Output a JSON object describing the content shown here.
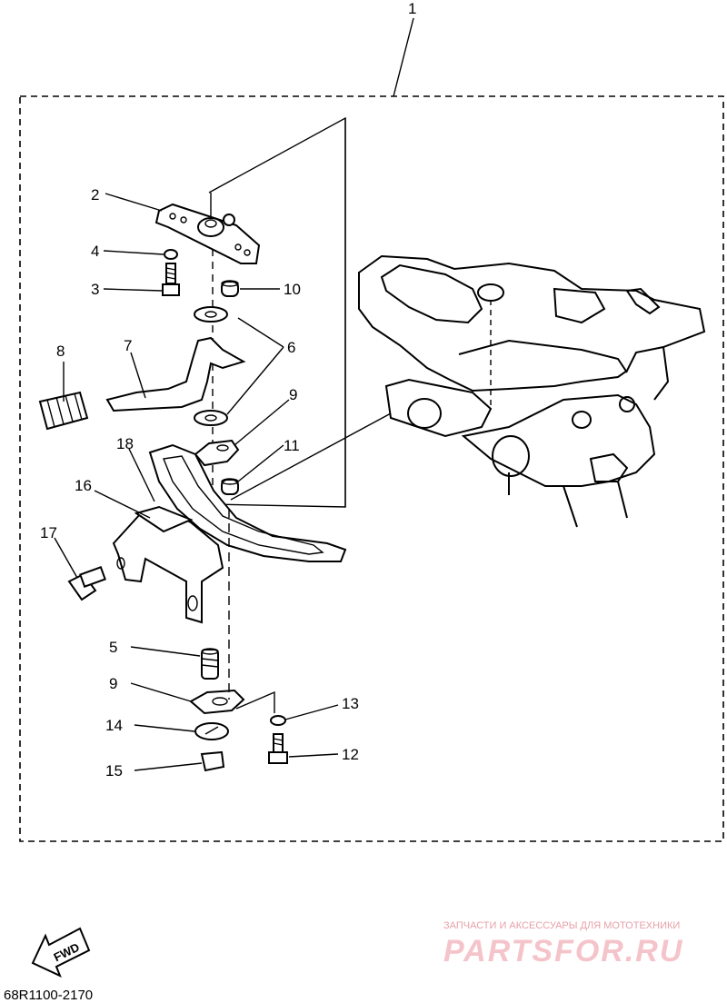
{
  "diagram": {
    "callouts": [
      {
        "id": "c1",
        "text": "1"
      },
      {
        "id": "c2",
        "text": "2"
      },
      {
        "id": "c3",
        "text": "3"
      },
      {
        "id": "c4",
        "text": "4"
      },
      {
        "id": "c5",
        "text": "5"
      },
      {
        "id": "c6",
        "text": "6"
      },
      {
        "id": "c7",
        "text": "7"
      },
      {
        "id": "c8",
        "text": "8"
      },
      {
        "id": "c9a",
        "text": "9"
      },
      {
        "id": "c9b",
        "text": "9"
      },
      {
        "id": "c10",
        "text": "10"
      },
      {
        "id": "c11",
        "text": "11"
      },
      {
        "id": "c12",
        "text": "12"
      },
      {
        "id": "c13",
        "text": "13"
      },
      {
        "id": "c14",
        "text": "14"
      },
      {
        "id": "c15",
        "text": "15"
      },
      {
        "id": "c16",
        "text": "16"
      },
      {
        "id": "c17",
        "text": "17"
      },
      {
        "id": "c18",
        "text": "18"
      }
    ],
    "fwd_label": "FWD",
    "diagram_code": "68R1100-2170"
  },
  "watermark": {
    "tagline": "ЗАПЧАСТИ И АКСЕССУАРЫ ДЛЯ МОТОТЕХНИКИ",
    "brand": "PARTSFOR.RU",
    "color": "#e8a0a8"
  }
}
